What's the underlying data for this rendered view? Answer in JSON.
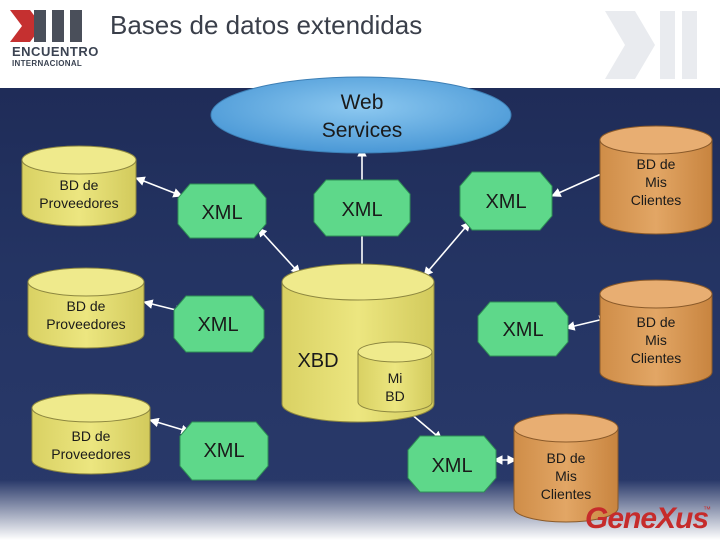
{
  "slide": {
    "title": "Bases de datos extendidas",
    "logo_line1": "ENCUENTRO",
    "logo_line2": "INTERNACIONAL",
    "footer_brand": "GeneXus",
    "footer_tm": "™"
  },
  "diagram": {
    "web_services": "Web Services",
    "web_services_line1": "Web",
    "web_services_line2": "Services",
    "xbd": "XBD",
    "mi_bd_line1": "Mi",
    "mi_bd_line2": "BD",
    "proveedores_line1": "BD de",
    "proveedores_line2": "Proveedores",
    "clientes_line1": "BD de",
    "clientes_line2": "Mis",
    "clientes_line3": "Clientes",
    "xml": "XML"
  },
  "colors": {
    "cylinder_yellow": "#e6df76",
    "cylinder_orange": "#d99a57",
    "xml_green": "#5ed88a",
    "web_services_blue": "#5aa8e0",
    "background_navy": "#243463"
  }
}
